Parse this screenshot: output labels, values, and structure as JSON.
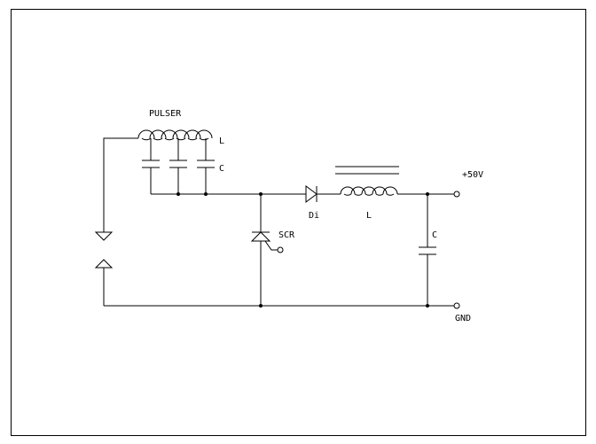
{
  "colors": {
    "background": "#ffffff",
    "ink": "#000000"
  },
  "labels": {
    "pulser": "PULSER",
    "pulser_inductor": "L",
    "pulser_capacitor": "C",
    "scr": "SCR",
    "diode": "Di",
    "output_inductor": "L",
    "output_capacitor": "C",
    "positive_terminal": "+50V",
    "ground_terminal": "GND"
  }
}
